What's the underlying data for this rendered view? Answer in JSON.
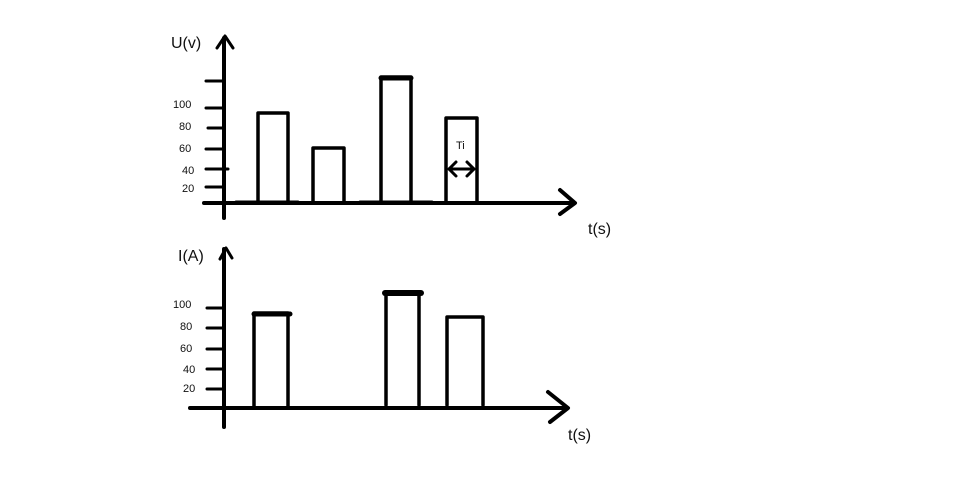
{
  "colors": {
    "ink": "#000000",
    "background": "#ffffff"
  },
  "charts": {
    "voltage": {
      "ylabel": "U(v)",
      "xlabel": "t(s)",
      "ticks": [
        "20",
        "40",
        "60",
        "80",
        "100"
      ],
      "annotation": "Ti"
    },
    "current": {
      "ylabel": "I(A)",
      "xlabel": "t(s)",
      "ticks": [
        "20",
        "40",
        "60",
        "80",
        "100"
      ]
    }
  }
}
